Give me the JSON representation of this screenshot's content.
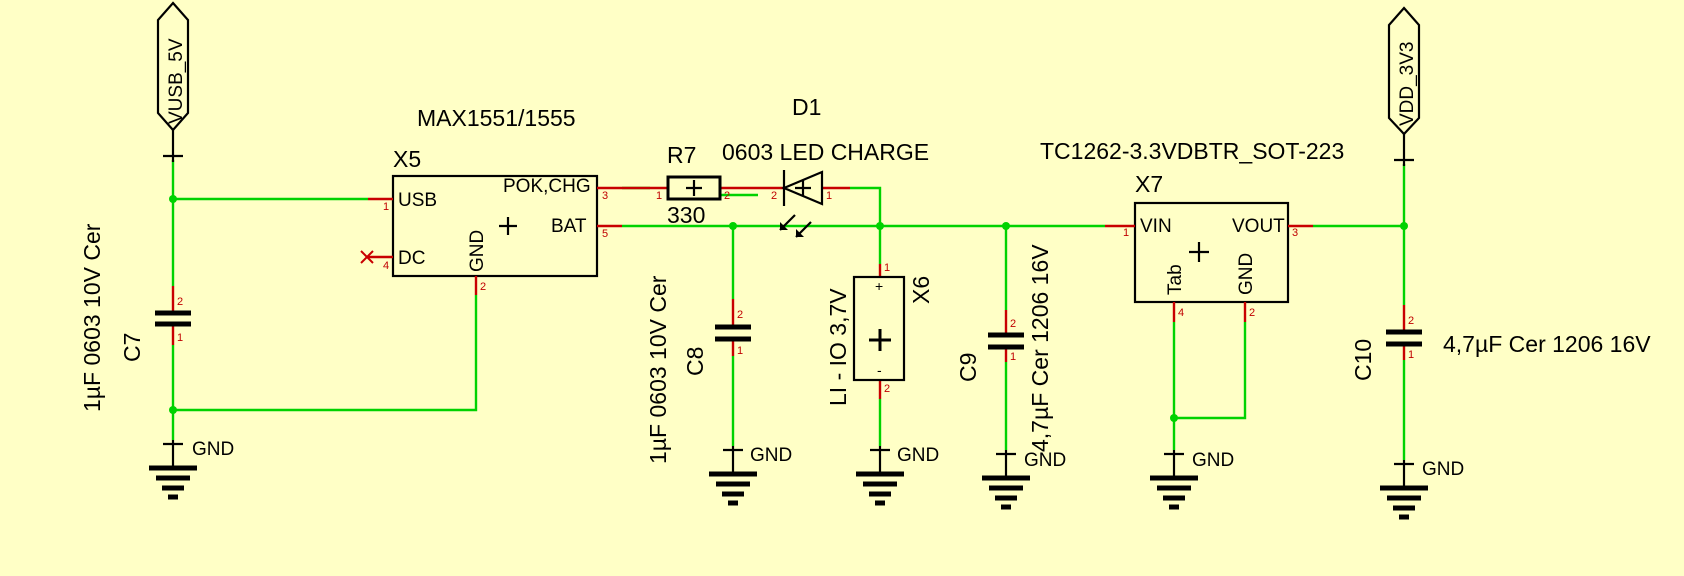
{
  "power_flags": {
    "vusb": "VUSB_5V",
    "vdd": "VDD_3V3"
  },
  "ground_label": "GND",
  "components": {
    "x5": {
      "ref": "X5",
      "value": "MAX1551/1555",
      "pins": {
        "usb": "USB",
        "dc": "DC",
        "gnd": "GND",
        "pok_chg": "POK,CHG",
        "bat": "BAT"
      },
      "pin_numbers": {
        "usb": "1",
        "dc": "4",
        "gnd": "2",
        "pok_chg": "3",
        "bat": "5"
      }
    },
    "r7": {
      "ref": "R7",
      "value": "330",
      "pin1": "1",
      "pin2": "2"
    },
    "d1": {
      "ref": "D1",
      "value": "0603 LED CHARGE",
      "pin1": "1",
      "pin2": "2"
    },
    "x6": {
      "ref": "X6",
      "value": "LI - IO 3,7V",
      "plus": "+",
      "minus": "-",
      "pin1": "1",
      "pin2": "2"
    },
    "x7": {
      "ref": "X7",
      "value": "TC1262-3.3VDBTR_SOT-223",
      "pins": {
        "vin": "VIN",
        "vout": "VOUT",
        "tab": "Tab",
        "gnd": "GND"
      },
      "pin_numbers": {
        "vin": "1",
        "vout": "3",
        "tab": "4",
        "gnd": "2"
      }
    },
    "c7": {
      "ref": "C7",
      "value": "1µF 0603 10V Cer",
      "pin1": "1",
      "pin2": "2"
    },
    "c8": {
      "ref": "C8",
      "value": "1µF 0603 10V Cer",
      "pin1": "1",
      "pin2": "2"
    },
    "c9": {
      "ref": "C9",
      "value": "4,7µF Cer 1206 16V",
      "pin1": "1",
      "pin2": "2"
    },
    "c10": {
      "ref": "C10",
      "value": "4,7µF Cer 1206 16V",
      "pin1": "1",
      "pin2": "2"
    }
  },
  "colors": {
    "background": "#ffffc6",
    "wire": "#00d200",
    "pin_lead": "#c80000",
    "symbol": "#000000"
  }
}
